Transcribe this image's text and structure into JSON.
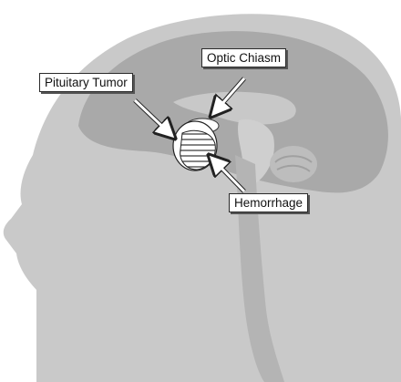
{
  "labels": {
    "optic_chiasm": "Optic Chiasm",
    "pituitary_tumor": "Pituitary Tumor",
    "hemorrhage": "Hemorrhage"
  },
  "colors": {
    "background": "#ffffff",
    "head": "#c9c9c9",
    "brain": "#a9a9a9",
    "structures": "#cfcfcf",
    "outline": "#2a2a2a"
  },
  "icons": [
    "arrow"
  ]
}
